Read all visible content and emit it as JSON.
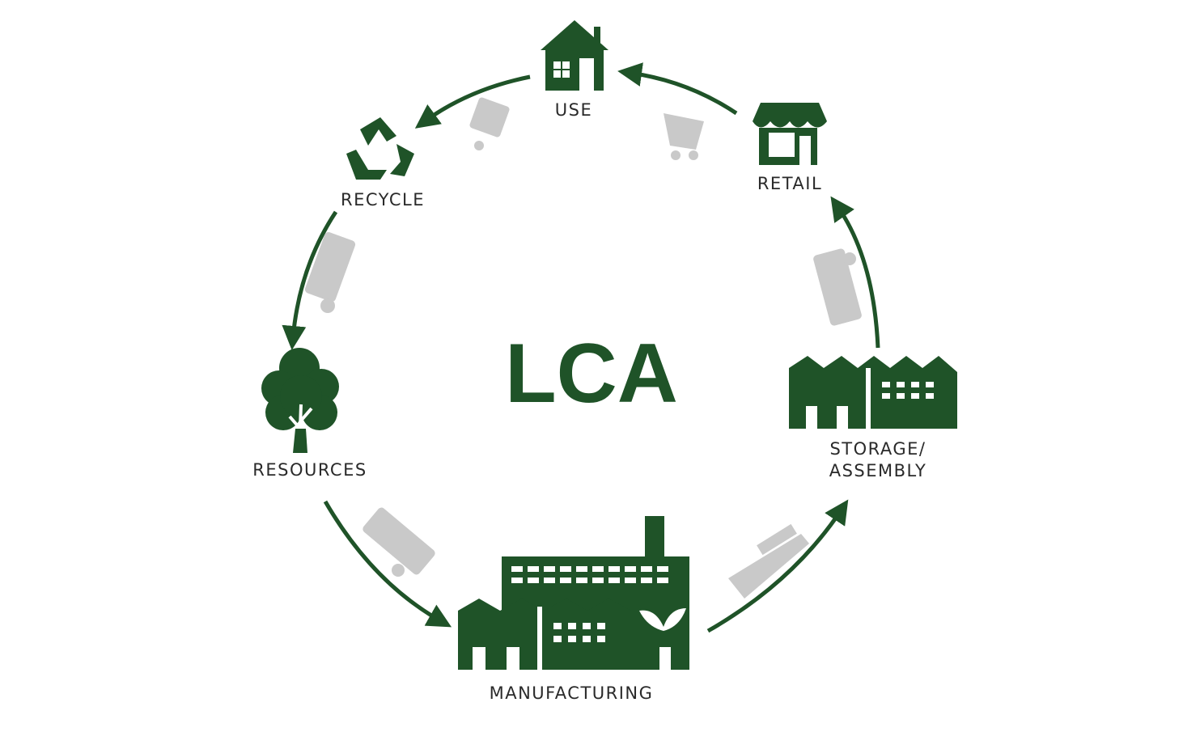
{
  "title": "LCA",
  "stages": {
    "use": "USE",
    "retail": "RETAIL",
    "storage_line1": "STORAGE/",
    "storage_line2": "ASSEMBLY",
    "manufacturing": "MANUFACTURING",
    "resources": "RESOURCES",
    "recycle": "RECYCLE"
  },
  "colors": {
    "accent": "#1f5328",
    "transport": "#c9c9c9"
  }
}
